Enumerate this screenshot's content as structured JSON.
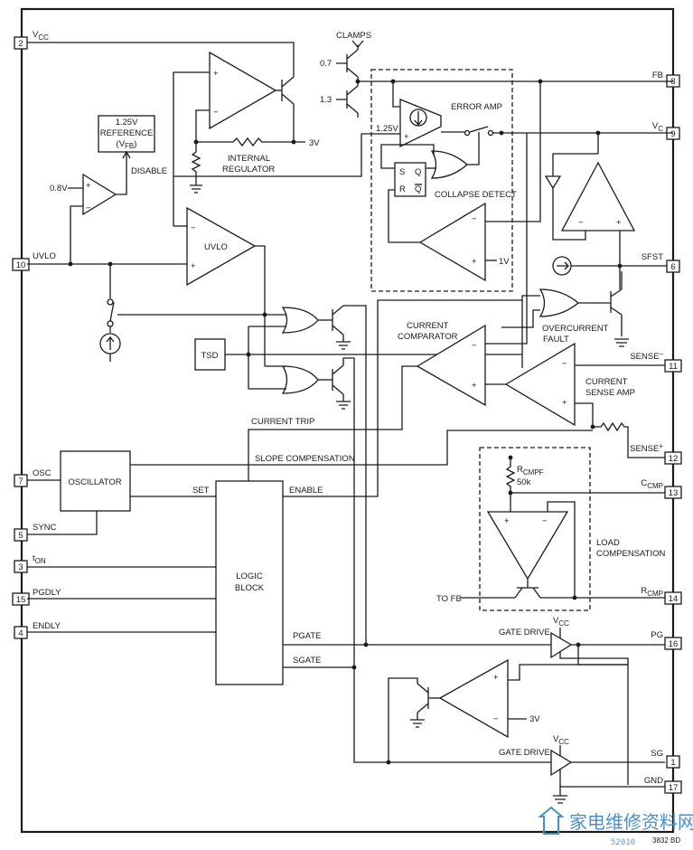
{
  "pins": {
    "vcc": {
      "label": "V",
      "sub": "CC",
      "num": "2"
    },
    "uvlo": {
      "label": "UVLO",
      "num": "10"
    },
    "osc": {
      "label": "OSC",
      "num": "7"
    },
    "sync": {
      "label": "SYNC",
      "num": "5"
    },
    "ton": {
      "label": "t",
      "sub": "ON",
      "num": "3"
    },
    "pgdly": {
      "label": "PGDLY",
      "num": "15"
    },
    "endly": {
      "label": "ENDLY",
      "num": "4"
    },
    "fb": {
      "label": "FB",
      "num": "8"
    },
    "vc": {
      "label": "V",
      "sub": "C",
      "num": "9"
    },
    "sfst": {
      "label": "SFST",
      "num": "6"
    },
    "sense_minus": {
      "label": "SENSE",
      "sup": "–",
      "num": "11"
    },
    "sense_plus": {
      "label": "SENSE",
      "sup": "+",
      "num": "12"
    },
    "ccmp": {
      "label": "C",
      "sub": "CMP",
      "num": "13"
    },
    "rcmp": {
      "label": "R",
      "sub": "CMP",
      "num": "14"
    },
    "pg": {
      "label": "PG",
      "num": "16"
    },
    "sg": {
      "label": "SG",
      "num": "1"
    },
    "gnd": {
      "label": "GND",
      "num": "17"
    }
  },
  "blocks": {
    "reference": {
      "line1": "1.25V",
      "line2": "REFERENCE",
      "line3": "(V",
      "line3_sub": "FB",
      "line3_end": ")"
    },
    "oscillator": "OSCILLATOR",
    "logic": {
      "line1": "LOGIC",
      "line2": "BLOCK"
    },
    "tsd": "TSD",
    "uvlo": "UVLO",
    "sr_latch": {
      "s": "S",
      "r": "R",
      "q": "Q",
      "qbar": "Q"
    }
  },
  "labels": {
    "clamps": "CLAMPS",
    "clamp_07": "0.7",
    "clamp_13": "1.3",
    "error_amp": "ERROR AMP",
    "ref_125": "1.25V",
    "three_v": "3V",
    "three_v_2": "3V",
    "internal_regulator_1": "INTERNAL",
    "internal_regulator_2": "REGULATOR",
    "disable": "DISABLE",
    "v08": "0.8V",
    "collapse_detect": "COLLAPSE DETECT",
    "one_v": "1V",
    "overcurrent_1": "OVERCURRENT",
    "overcurrent_2": "FAULT",
    "current_comparator_1": "CURRENT",
    "current_comparator_2": "COMPARATOR",
    "current_sense_1": "CURRENT",
    "current_sense_2": "SENSE AMP",
    "current_trip": "CURRENT TRIP",
    "slope_compensation": "SLOPE COMPENSATION",
    "set": "SET",
    "enable": "ENABLE",
    "rcmpf": "R",
    "rcmpf_sub": "CMPF",
    "rcmpf_val": "50k",
    "load_comp_1": "LOAD",
    "load_comp_2": "COMPENSATION",
    "to_fb": "TO FB",
    "pgate": "PGATE",
    "sgate": "SGATE",
    "gate_drive_1": "GATE DRIVE",
    "gate_drive_2": "GATE DRIVE",
    "vcc_gd1": "V",
    "vcc_gd1_sub": "CC",
    "vcc_gd2": "V",
    "vcc_gd2_sub": "CC"
  },
  "watermark": {
    "chinese": "家电维修资料网",
    "code": "52010",
    "ref": "3832 BD"
  }
}
